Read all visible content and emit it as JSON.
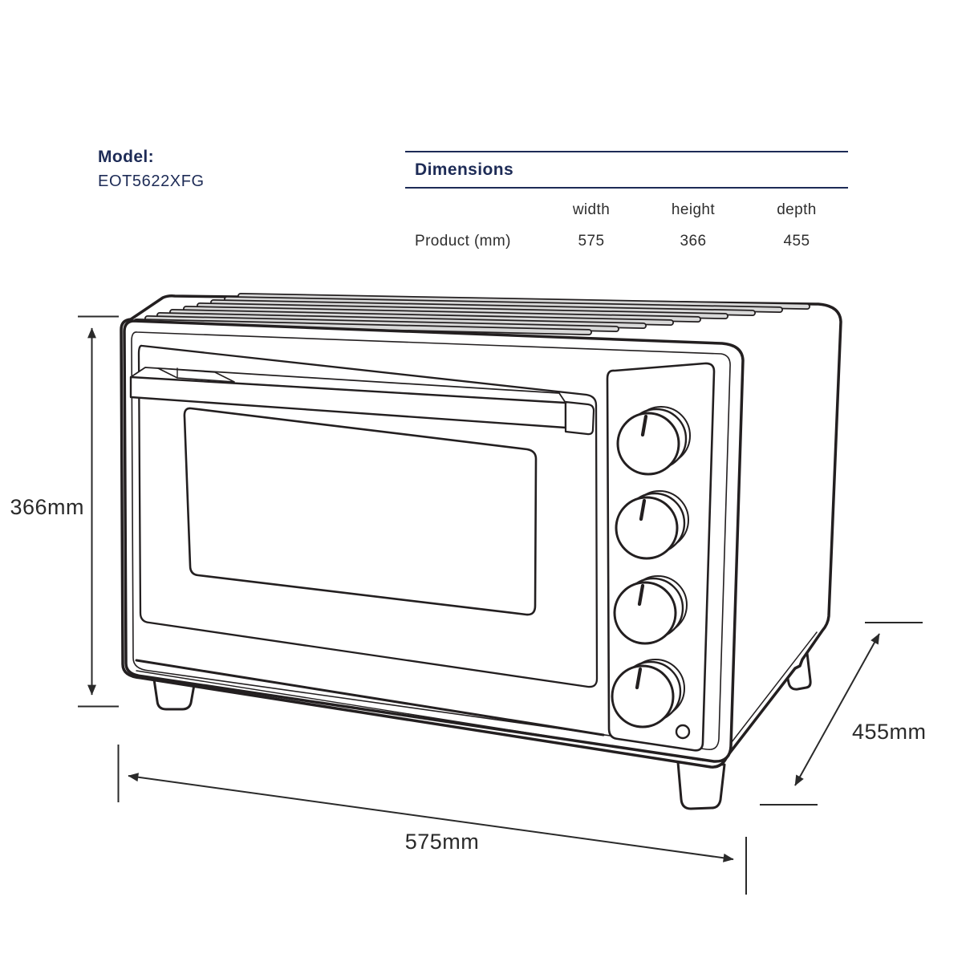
{
  "header": {
    "model_label": "Model:",
    "model_value": "EOT5622XFG"
  },
  "dimensions_table": {
    "title": "Dimensions",
    "columns": [
      "width",
      "height",
      "depth"
    ],
    "row_label": "Product (mm)",
    "values": [
      "575",
      "366",
      "455"
    ]
  },
  "drawing": {
    "height_label": "366mm",
    "width_label": "575mm",
    "depth_label": "455mm"
  },
  "colors": {
    "navy": "#1d2b56",
    "ink": "#231f20",
    "label_text": "#2a2a2a"
  }
}
